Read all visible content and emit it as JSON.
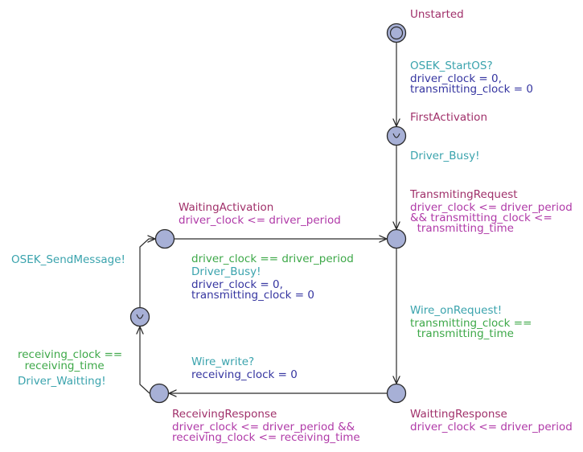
{
  "locations": {
    "unstarted": {
      "name": "Unstarted"
    },
    "first_activation": {
      "name": "FirstActivation"
    },
    "transmiting_request": {
      "name": "TransmitingRequest",
      "invariant": [
        "driver_clock <= driver_period",
        "&& transmitting_clock <=",
        "  transmitting_time"
      ]
    },
    "waiting_activation": {
      "name": "WaitingActivation",
      "invariant": [
        "driver_clock <= driver_period"
      ]
    },
    "waitting_response": {
      "name": "WaittingResponse",
      "invariant": [
        "driver_clock <= driver_period"
      ]
    },
    "receiving_response": {
      "name": "ReceivingResponse",
      "invariant": [
        "driver_clock <= driver_period &&",
        "receiving_clock <= receiving_time"
      ]
    }
  },
  "edges": {
    "start_os": {
      "sync": "OSEK_StartOS?",
      "assign": [
        "driver_clock = 0,",
        "transmitting_clock = 0"
      ]
    },
    "driver_busy_first": {
      "sync": "Driver_Busy!"
    },
    "periodic": {
      "guard": "driver_clock == driver_period",
      "sync": "Driver_Busy!",
      "assign": [
        "driver_clock = 0,",
        "transmitting_clock = 0"
      ]
    },
    "on_request": {
      "sync": "Wire_onRequest!",
      "guard": [
        "transmitting_clock ==",
        "  transmitting_time"
      ]
    },
    "wire_write": {
      "sync": "Wire_write?",
      "assign": [
        "receiving_clock = 0"
      ]
    },
    "waitting": {
      "guard": [
        "receiving_clock ==",
        "  receiving_time"
      ],
      "sync": "Driver_Waitting!"
    },
    "send_message": {
      "sync": "OSEK_SendMessage!"
    }
  }
}
